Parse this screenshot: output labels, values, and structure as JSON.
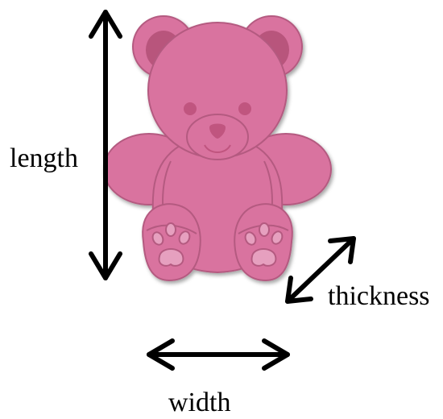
{
  "labels": {
    "length": "length",
    "width": "width",
    "thickness": "thickness"
  },
  "colors": {
    "bear_fill": "#d9739f",
    "bear_stroke": "#b45a80",
    "bear_dark": "#c0547f",
    "ear_inner": "#b8547c",
    "arrow": "#000000"
  },
  "icons": {
    "subject": "teddy-bear-icon"
  }
}
